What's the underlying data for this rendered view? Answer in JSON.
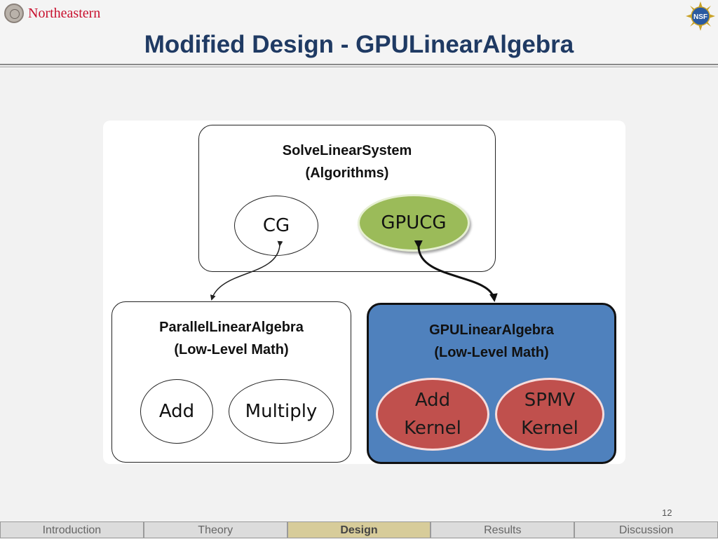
{
  "header": {
    "logo_text": "Northeastern",
    "nsf_text": "NSF",
    "title": "Modified Design - GPULinearAlgebra"
  },
  "diagram": {
    "solve_box": {
      "title_line1": "SolveLinearSystem",
      "title_line2": "(Algorithms)"
    },
    "cg": "CG",
    "gpucg": "GPUCG",
    "parallel_box": {
      "title_line1": "ParallelLinearAlgebra",
      "title_line2": "(Low-Level Math)"
    },
    "add": "Add",
    "multiply": "Multiply",
    "gpu_box": {
      "title_line1": "GPULinearAlgebra",
      "title_line2": "(Low-Level Math)"
    },
    "add_kernel": {
      "line1": "Add",
      "line2": "Kernel"
    },
    "spmv_kernel": {
      "line1": "SPMV",
      "line2": "Kernel"
    }
  },
  "page_number": "12",
  "nav": {
    "tabs": [
      "Introduction",
      "Theory",
      "Design",
      "Results",
      "Discussion"
    ],
    "active": "Design"
  },
  "colors": {
    "title": "#1f3a63",
    "gpucg_green": "#9bbb59",
    "gpu_box_blue": "#4f81bd",
    "kernel_red": "#c0504d",
    "active_tab": "#d7cc9a"
  }
}
